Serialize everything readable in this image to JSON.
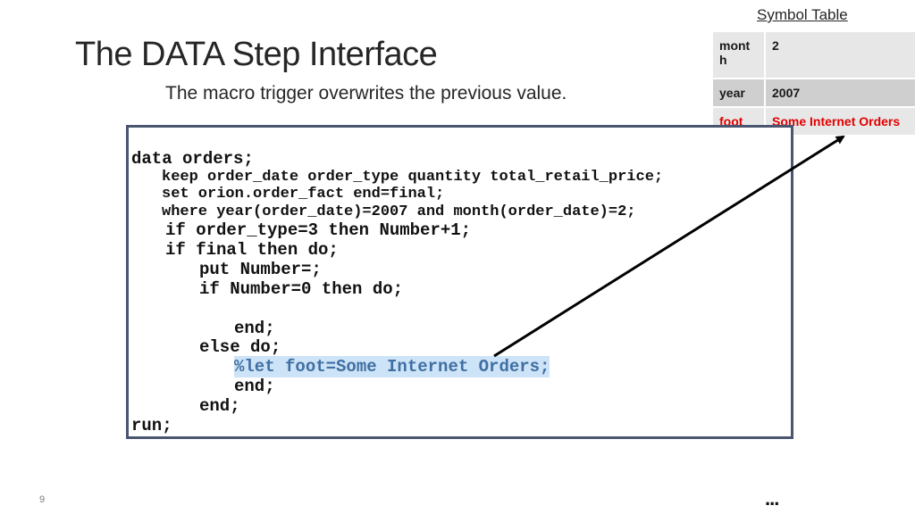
{
  "slide": {
    "title": "The DATA Step Interface",
    "subtitle": "The macro trigger overwrites the previous value.",
    "page_number": "9",
    "continuation": "..."
  },
  "symbol_table": {
    "label": "Symbol Table",
    "rows": [
      {
        "name": "mont\nh",
        "value": "2"
      },
      {
        "name": "year",
        "value": "2007"
      },
      {
        "name": "foot",
        "value": "Some Internet Orders"
      }
    ],
    "highlight_color": "#e00000"
  },
  "code": {
    "lines": [
      "data orders;",
      "keep order_date order_type quantity total_retail_price;",
      "set orion.order_fact end=final;",
      "where year(order_date)=2007 and month(order_date)=2;",
      "if order_type=3 then Number+1;",
      "if final then do;",
      "put Number=;",
      "if Number=0 then do;",
      "end;",
      "else do;",
      "%let foot=Some Internet Orders;",
      "end;",
      "end;",
      "run;"
    ],
    "highlight_color": "#cde3f7"
  }
}
